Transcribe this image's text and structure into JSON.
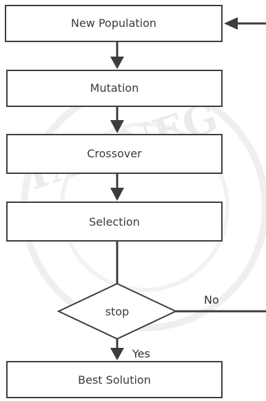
{
  "diagram": {
    "nodes": {
      "new_population": "New Population",
      "mutation": "Mutation",
      "crossover": "Crossover",
      "selection": "Selection",
      "stop": "stop",
      "best_solution": "Best Solution"
    },
    "edge_labels": {
      "no": "No",
      "yes": "Yes"
    },
    "watermark": "TAS NEG",
    "colors": {
      "stroke": "#3c3c3c",
      "text": "#3a3a3a",
      "watermark": "#e9e9e9"
    }
  }
}
